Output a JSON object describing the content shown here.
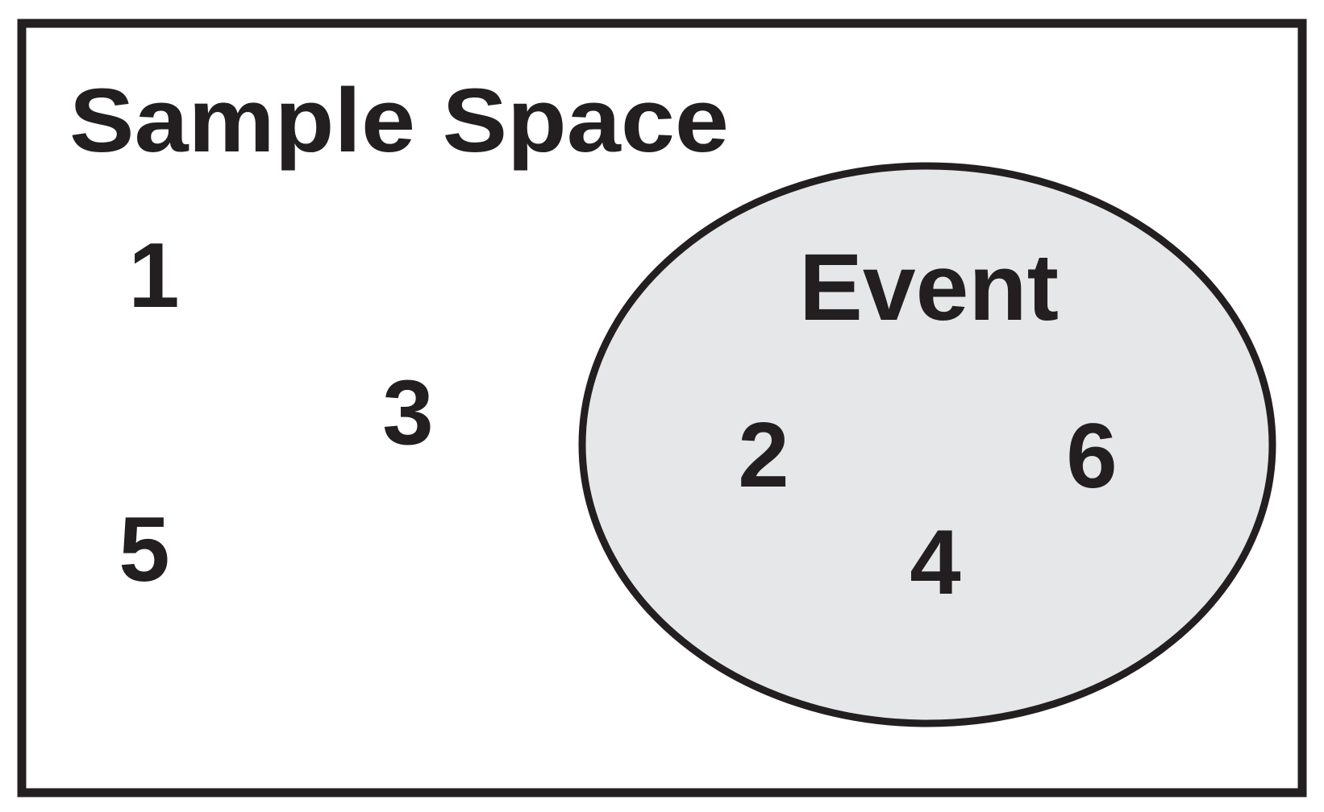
{
  "diagram": {
    "sample_space_label": "Sample Space",
    "event_label": "Event",
    "outcomes_outside_event": [
      "1",
      "3",
      "5"
    ],
    "outcomes_in_event": [
      "2",
      "4",
      "6"
    ]
  },
  "colors": {
    "stroke": "#231f20",
    "text": "#231f20",
    "event_fill": "#e6e7e8",
    "background": "#ffffff"
  }
}
